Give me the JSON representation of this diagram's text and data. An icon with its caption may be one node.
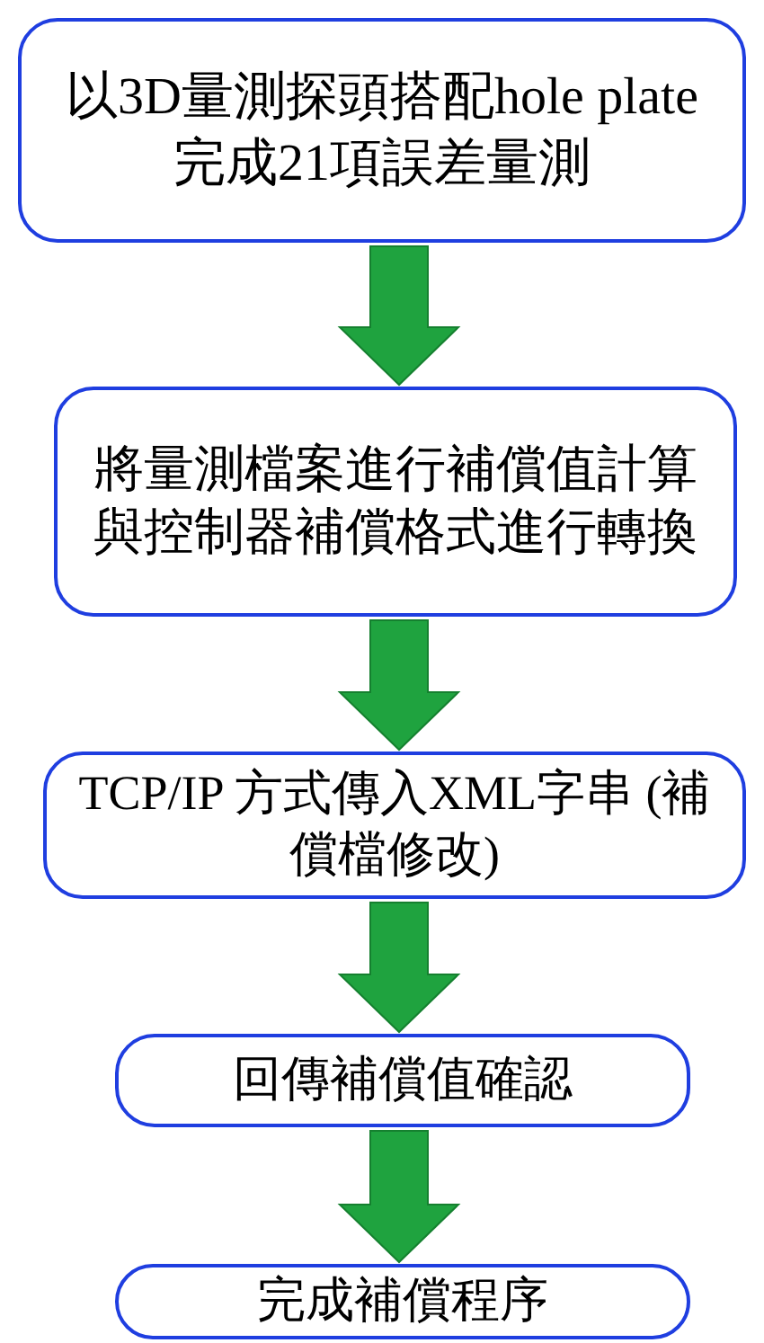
{
  "diagram": {
    "nodes": [
      {
        "text": [
          "以3D量測探頭搭配hole plate完成21項誤差量測"
        ]
      },
      {
        "text": [
          "將量測檔案進行補償值計算與控制器補償格式進行轉換"
        ]
      },
      {
        "text": [
          "TCP/IP 方式傳入XML字串 (補償檔修改)"
        ]
      },
      {
        "text": [
          "回傳補償值確認"
        ]
      },
      {
        "text": [
          "完成補償程序"
        ]
      }
    ],
    "edges": [
      {
        "from": 0,
        "to": 1,
        "arrow": "to"
      },
      {
        "from": 1,
        "to": 2,
        "arrow": "to"
      },
      {
        "from": 2,
        "to": 3,
        "arrow": "to"
      },
      {
        "from": 3,
        "to": 4,
        "arrow": "to"
      }
    ]
  }
}
